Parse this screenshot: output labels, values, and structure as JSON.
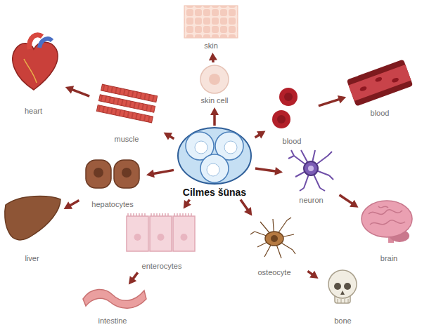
{
  "diagram": {
    "nodes": [
      {
        "text": [
          "Cilmes šūnas"
        ]
      },
      {
        "text": [
          "skin cell"
        ]
      },
      {
        "text": [
          "skin"
        ]
      },
      {
        "text": [
          "muscle"
        ]
      },
      {
        "text": [
          "heart"
        ]
      },
      {
        "text": [
          "blood"
        ]
      },
      {
        "text": [
          "blood"
        ]
      },
      {
        "text": [
          "hepatocytes"
        ]
      },
      {
        "text": [
          "liver"
        ]
      },
      {
        "text": [
          "neuron"
        ]
      },
      {
        "text": [
          "brain"
        ]
      },
      {
        "text": [
          "enterocytes"
        ]
      },
      {
        "text": [
          "intestine"
        ]
      },
      {
        "text": [
          "osteocyte"
        ]
      },
      {
        "text": [
          "bone"
        ]
      }
    ],
    "edges": [
      {
        "from": 0,
        "to": 1,
        "arrow": "to"
      },
      {
        "from": 1,
        "to": 2,
        "arrow": "to"
      },
      {
        "from": 0,
        "to": 3,
        "arrow": "to"
      },
      {
        "from": 3,
        "to": 4,
        "arrow": "to"
      },
      {
        "from": 0,
        "to": 5,
        "arrow": "to"
      },
      {
        "from": 5,
        "to": 6,
        "arrow": "to"
      },
      {
        "from": 0,
        "to": 7,
        "arrow": "to"
      },
      {
        "from": 7,
        "to": 8,
        "arrow": "to"
      },
      {
        "from": 0,
        "to": 9,
        "arrow": "to"
      },
      {
        "from": 9,
        "to": 10,
        "arrow": "to"
      },
      {
        "from": 0,
        "to": 11,
        "arrow": "to"
      },
      {
        "from": 11,
        "to": 12,
        "arrow": "to"
      },
      {
        "from": 0,
        "to": 13,
        "arrow": "to"
      },
      {
        "from": 13,
        "to": 14,
        "arrow": "to"
      }
    ]
  }
}
